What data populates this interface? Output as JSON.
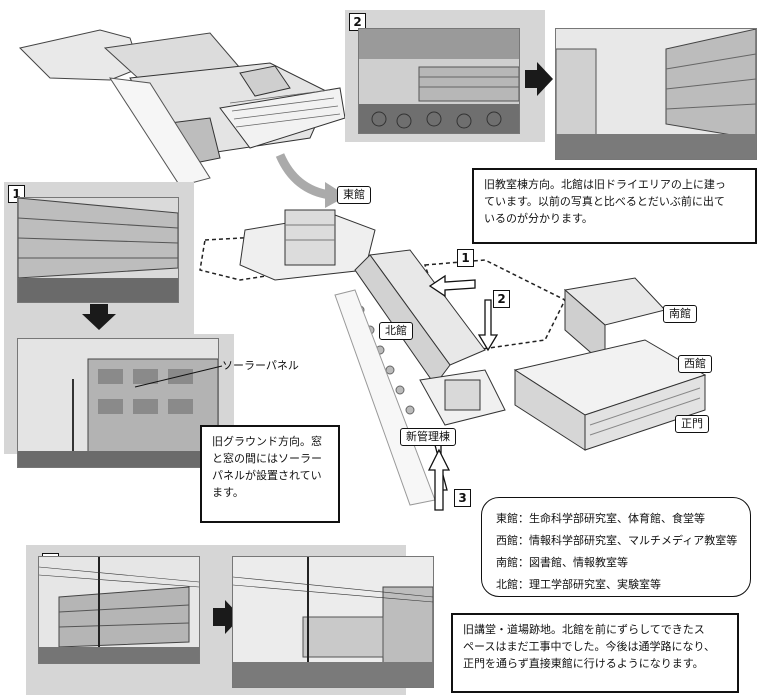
{
  "photo_numbers": {
    "one": "1",
    "two": "2",
    "three": "3"
  },
  "map_markers": {
    "one": "1",
    "two": "2",
    "three": "3"
  },
  "building_labels": {
    "east": "東館",
    "north": "北館",
    "south": "南館",
    "west": "西館",
    "new_admin": "新管理棟",
    "main_gate": "正門"
  },
  "solar_label": "ソーラーパネル",
  "captions": {
    "caption_2": [
      "旧教室棟方向。北館は旧ドライエリアの上に建っ",
      "ています。以前の写真と比べるとだいぶ前に出て",
      "いるのが分かります。"
    ],
    "caption_1": [
      "旧グラウンド方向。窓",
      "と窓の間にはソーラー",
      "パネルが設置されてい",
      "ます。"
    ],
    "caption_3": [
      "旧講堂・道場跡地。北館を前にずらしてできたス",
      "ペースはまだ工事中でした。今後は通学路になり、",
      "正門を通らず直接東館に行けるようになります。"
    ]
  },
  "legend": [
    "東館：生命科学部研究室、体育館、食堂等",
    "西館：情報科学部研究室、マルチメディア教室等",
    "南館：図書館、情報教室等",
    "北館：理工学部研究室、実験室等"
  ]
}
